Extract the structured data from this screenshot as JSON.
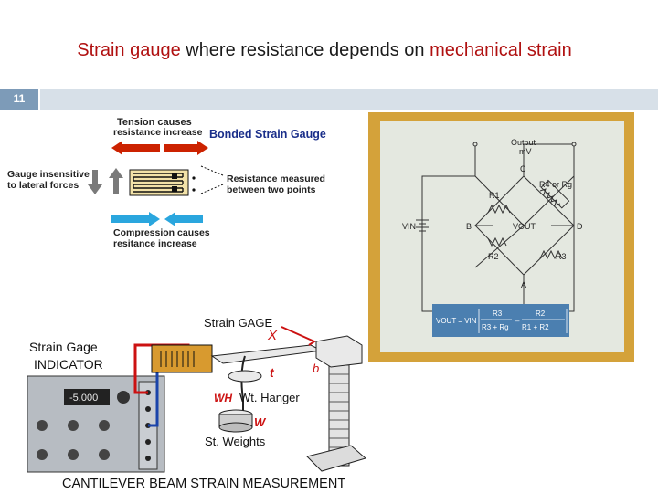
{
  "title": {
    "part1": "Strain",
    "part2": " gauge",
    "part3": " where resistance depends on ",
    "part4": "mechanical strain"
  },
  "slide_number": "11",
  "bonded": {
    "tension_line1": "Tension causes",
    "tension_line2": "resistance increase",
    "heading": "Bonded Strain Gauge",
    "insensitive_line1": "Gauge insensitive",
    "insensitive_line2": "to lateral forces",
    "measured_line1": "Resistance measured",
    "measured_line2": "between two points",
    "compression_line1": "Compression causes",
    "compression_line2": "resitance increase"
  },
  "bridge": {
    "output_line1": "Output",
    "output_line2": "mV",
    "node_c": "C",
    "node_b": "B",
    "node_d": "D",
    "node_a": "A",
    "r1": "R1",
    "r2": "R2",
    "r3": "R3",
    "r4": "R4 or Rg",
    "vin": "VIN",
    "vout": "VOUT",
    "formula_lhs": "VOUT = VIN",
    "f_num1": "R3",
    "f_den1": "R3 + Rg",
    "f_num2": "R2",
    "f_den2": "R1 + R2"
  },
  "cantilever": {
    "indicator_line1": "Strain Gage",
    "indicator_line2": "INDICATOR",
    "gage_label": "Strain GAGE",
    "x": "X",
    "b": "b",
    "t": "t",
    "wh": "WH",
    "hanger": "Wt. Hanger",
    "w": "W",
    "weights": "St. Weights",
    "caption": "CANTILEVER BEAM STRAIN MEASUREMENT",
    "readout": "-5.000"
  },
  "colors": {
    "title_highlight": "#b01010",
    "arrow_red": "#cc2200",
    "arrow_blue": "#2aa6de",
    "bridge_frame": "#d4a23a",
    "bridge_bg": "#e4e8e0",
    "formula_bg": "#4b7fb0",
    "label_red": "#cc1111"
  }
}
